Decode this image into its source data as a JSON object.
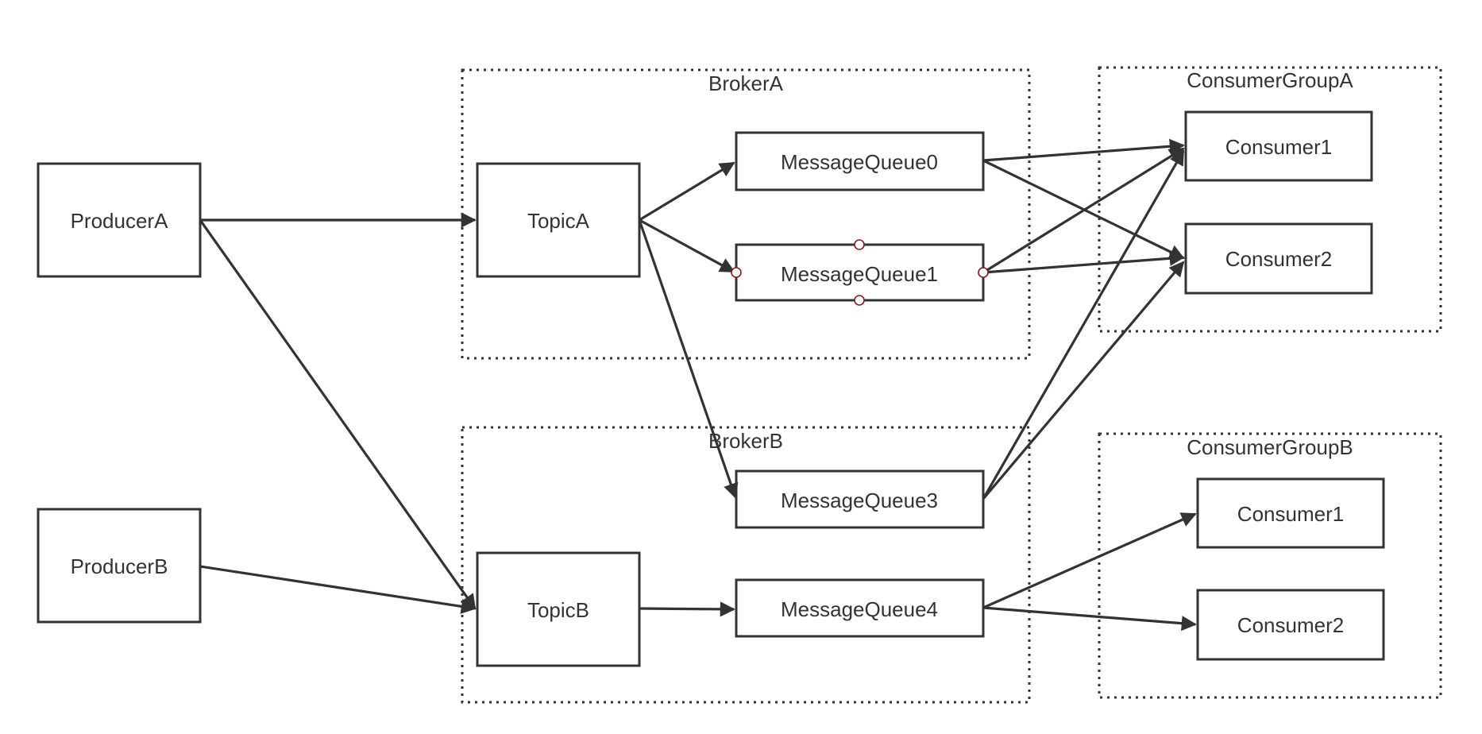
{
  "groups": {
    "brokerA": "BrokerA",
    "brokerB": "BrokerB",
    "consumerGroupA": "ConsumerGroupA",
    "consumerGroupB": "ConsumerGroupB"
  },
  "nodes": {
    "producerA": "ProducerA",
    "producerB": "ProducerB",
    "topicA": "TopicA",
    "topicB": "TopicB",
    "mq0": "MessageQueue0",
    "mq1": "MessageQueue1",
    "mq3": "MessageQueue3",
    "mq4": "MessageQueue4",
    "cgaConsumer1": "Consumer1",
    "cgaConsumer2": "Consumer2",
    "cgbConsumer1": "Consumer1",
    "cgbConsumer2": "Consumer2"
  },
  "edges": [
    {
      "from": "ProducerA",
      "to": "TopicA"
    },
    {
      "from": "ProducerA",
      "to": "TopicB"
    },
    {
      "from": "ProducerB",
      "to": "TopicB"
    },
    {
      "from": "TopicA",
      "to": "MessageQueue0"
    },
    {
      "from": "TopicA",
      "to": "MessageQueue1"
    },
    {
      "from": "TopicA",
      "to": "MessageQueue3"
    },
    {
      "from": "TopicB",
      "to": "MessageQueue4"
    },
    {
      "from": "MessageQueue0",
      "to": "ConsumerGroupA.Consumer1"
    },
    {
      "from": "MessageQueue0",
      "to": "ConsumerGroupA.Consumer2"
    },
    {
      "from": "MessageQueue1",
      "to": "ConsumerGroupA.Consumer1"
    },
    {
      "from": "MessageQueue1",
      "to": "ConsumerGroupA.Consumer2"
    },
    {
      "from": "MessageQueue3",
      "to": "ConsumerGroupA.Consumer1"
    },
    {
      "from": "MessageQueue3",
      "to": "ConsumerGroupA.Consumer2"
    },
    {
      "from": "MessageQueue4",
      "to": "ConsumerGroupB.Consumer1"
    },
    {
      "from": "MessageQueue4",
      "to": "ConsumerGroupB.Consumer2"
    }
  ],
  "colors": {
    "stroke": "#333333",
    "selection_handle": "#8b1a1a",
    "background": "#ffffff"
  }
}
